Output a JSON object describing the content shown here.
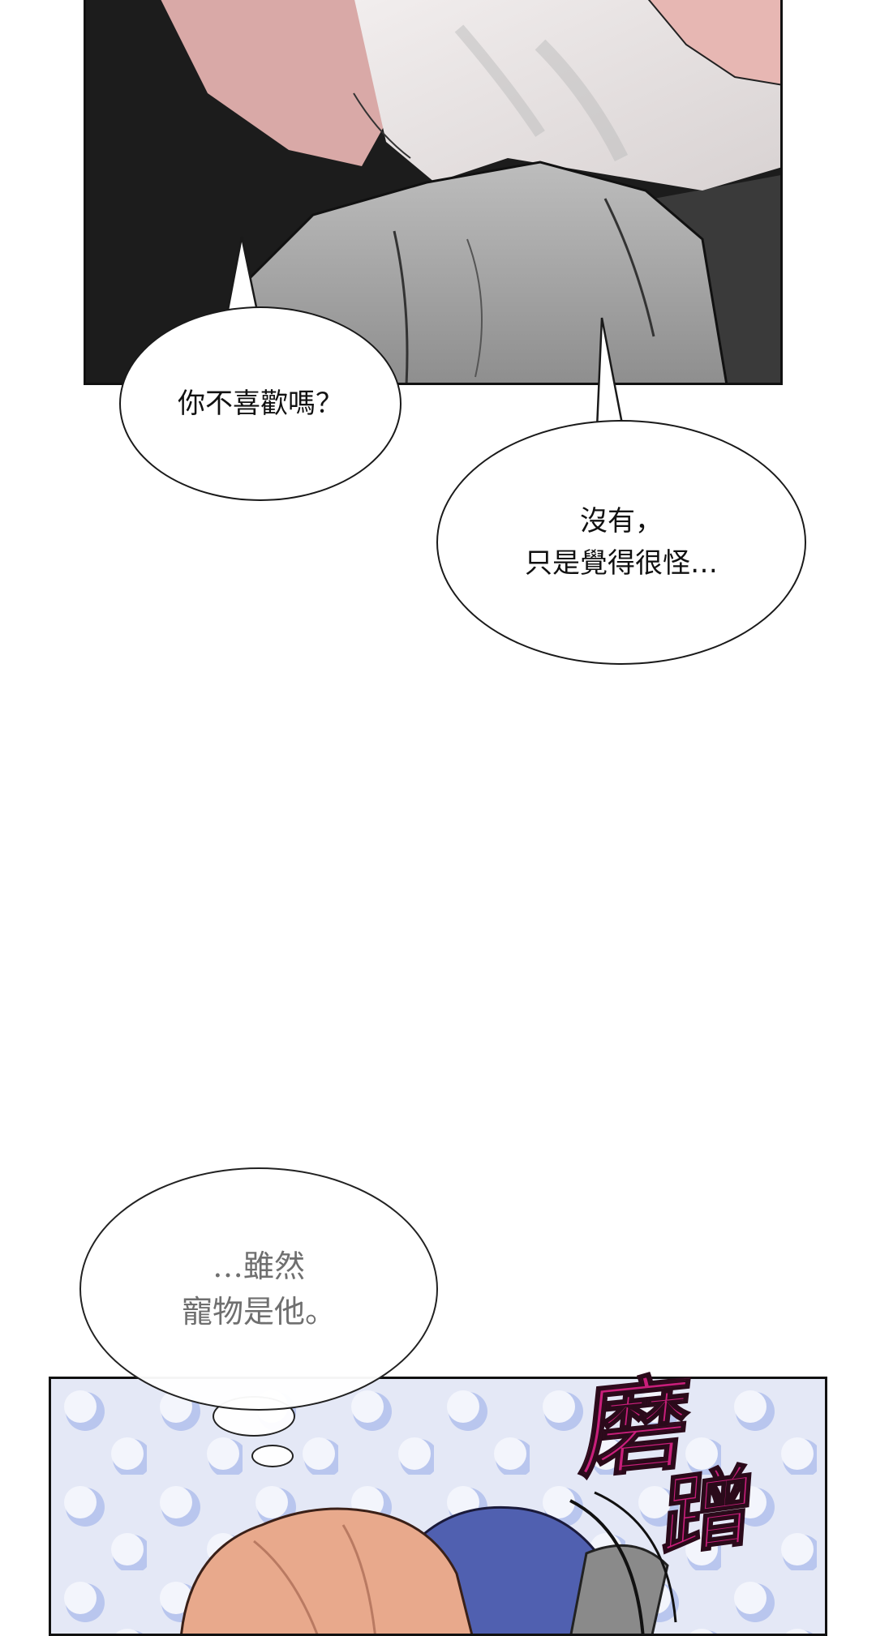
{
  "panel_top": {
    "bubble_left": {
      "lines": [
        "你不喜歡嗎？"
      ]
    },
    "bubble_right": {
      "lines": [
        "沒有，",
        "只是覺得很怪…"
      ]
    }
  },
  "panel_bottom": {
    "thought_bubble": {
      "lines": [
        "…雖然",
        "寵物是他。"
      ]
    },
    "sfx": {
      "char1": "磨",
      "char2": "蹭"
    }
  },
  "colors": {
    "panel_border": "#111111",
    "dark_cloth": "#1c1c1c",
    "gray_cloth": "#9a9a9a",
    "white_shirt": "#e9e6e5",
    "skin": "#e6b9b6",
    "pattern_bg": "#e4e8f6",
    "pattern_dot": "#b9c6ee",
    "sfx_color": "#c81e7a",
    "hair_orange": "#e8a98c",
    "hair_blue": "#5060b0"
  }
}
